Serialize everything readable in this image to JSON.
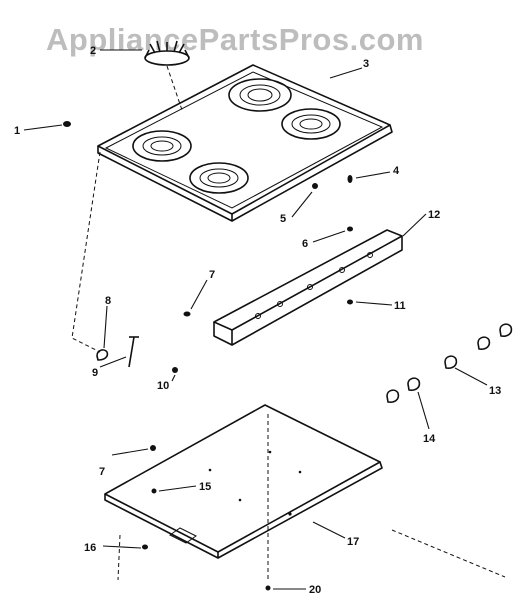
{
  "watermark": "AppliancePartsPros.com",
  "callouts": [
    {
      "id": "c1",
      "text": "1"
    },
    {
      "id": "c2",
      "text": "2"
    },
    {
      "id": "c3",
      "text": "3"
    },
    {
      "id": "c4",
      "text": "4"
    },
    {
      "id": "c5",
      "text": "5"
    },
    {
      "id": "c6",
      "text": "6"
    },
    {
      "id": "c7a",
      "text": "7"
    },
    {
      "id": "c7b",
      "text": "7"
    },
    {
      "id": "c8",
      "text": "8"
    },
    {
      "id": "c9",
      "text": "9"
    },
    {
      "id": "c10",
      "text": "10"
    },
    {
      "id": "c11",
      "text": "11"
    },
    {
      "id": "c12",
      "text": "12"
    },
    {
      "id": "c13",
      "text": "13"
    },
    {
      "id": "c14",
      "text": "14"
    },
    {
      "id": "c15",
      "text": "15"
    },
    {
      "id": "c16",
      "text": "16"
    },
    {
      "id": "c17",
      "text": "17"
    },
    {
      "id": "c20",
      "text": "20"
    }
  ]
}
